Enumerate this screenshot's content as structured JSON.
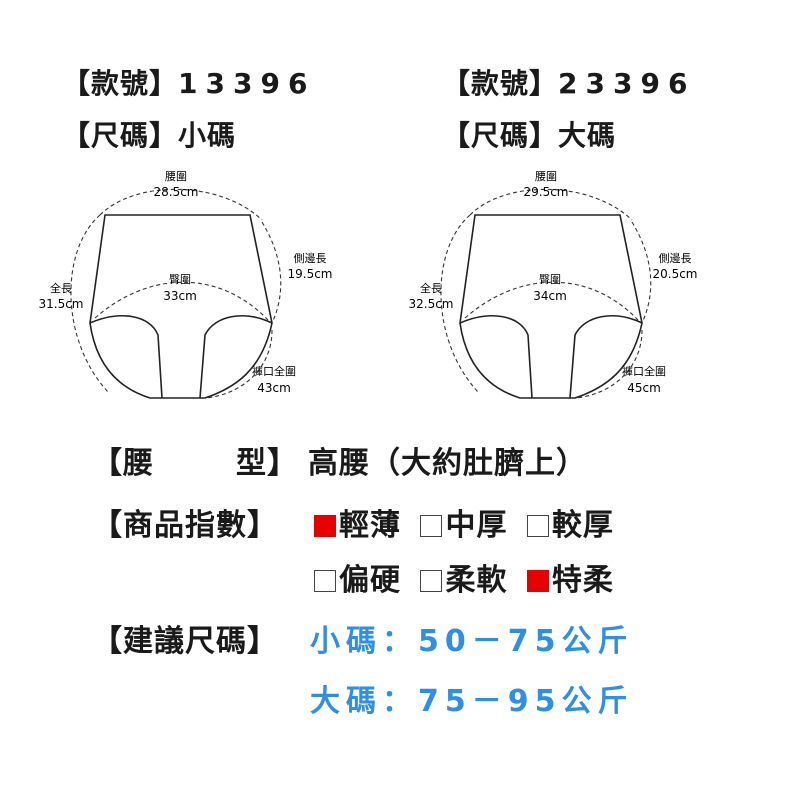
{
  "small": {
    "style_label": "【款號】",
    "style_no": "13396",
    "size_label": "【尺碼】",
    "size": "小碼",
    "waist_label": "腰圍",
    "waist": "28.5cm",
    "side_label": "側邊長",
    "side": "19.5cm",
    "full_label": "全長",
    "full": "31.5cm",
    "hip_label": "臀圍",
    "hip": "33cm",
    "leg_label": "褲口全圍",
    "leg": "43cm"
  },
  "large": {
    "style_label": "【款號】",
    "style_no": "23396",
    "size_label": "【尺碼】",
    "size": "大碼",
    "waist_label": "腰圍",
    "waist": "29.5cm",
    "side_label": "側邊長",
    "side": "20.5cm",
    "full_label": "全長",
    "full": "32.5cm",
    "hip_label": "臀圍",
    "hip": "34cm",
    "leg_label": "褲口全圍",
    "leg": "45cm"
  },
  "waist_type": {
    "label_open": "【腰",
    "label_close": "型】",
    "value": "高腰（大約肚臍上）"
  },
  "index": {
    "label": "【商品指數】",
    "options": [
      {
        "text": "輕薄",
        "checked": true
      },
      {
        "text": "中厚",
        "checked": false
      },
      {
        "text": "較厚",
        "checked": false
      },
      {
        "text": "偏硬",
        "checked": false
      },
      {
        "text": "柔軟",
        "checked": false
      },
      {
        "text": "特柔",
        "checked": true
      }
    ]
  },
  "recommend": {
    "label": "【建議尺碼】",
    "line1": "小碼：50－75公斤",
    "line2": "大碼：75－95公斤"
  },
  "colors": {
    "checked": "#e60000",
    "accent_blue": "#2f8ee6"
  }
}
